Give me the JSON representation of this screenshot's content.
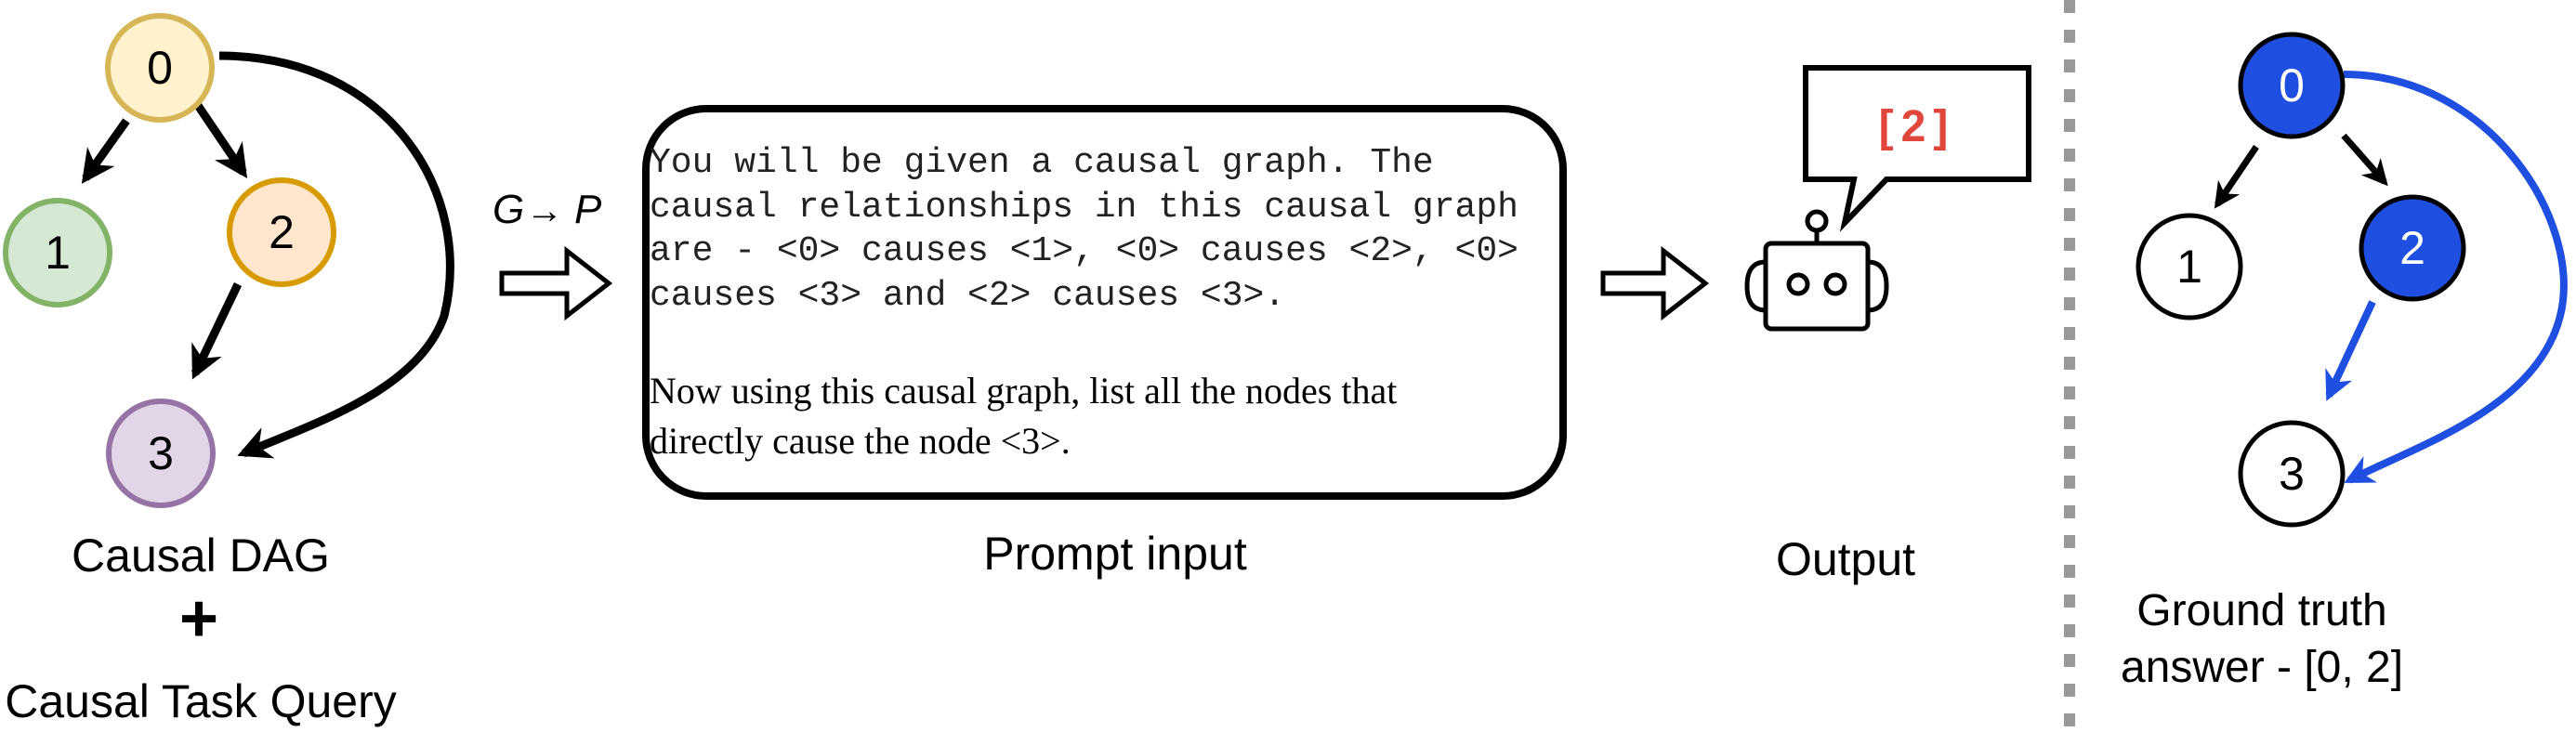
{
  "dag": {
    "nodes": [
      {
        "label": "0",
        "fill": "#fff2cc",
        "stroke": "#d6b656"
      },
      {
        "label": "1",
        "fill": "#d5e8d4",
        "stroke": "#82b366"
      },
      {
        "label": "2",
        "fill": "#ffe6cc",
        "stroke": "#d79b00"
      },
      {
        "label": "3",
        "fill": "#e1d5e7",
        "stroke": "#9673a6"
      }
    ],
    "caption": "Causal DAG",
    "plus": "+",
    "query_caption": "Causal Task Query"
  },
  "transform": {
    "label_g": "G",
    "label_arrow": "→",
    "label_p": "P"
  },
  "prompt": {
    "lines_mono": [
      "You will be given a causal graph. The",
      "causal relationships in this causal graph",
      "are - <0> causes <1>, <0> causes <2>, <0>",
      "causes <3> and <2> causes <3>."
    ],
    "lines_serif": [
      "Now using this causal graph, list all the nodes that",
      "directly cause the node <3>."
    ],
    "caption": "Prompt input"
  },
  "output": {
    "bubble_text": "[2]",
    "bubble_color": "#e0463c",
    "caption": "Output",
    "robot_icon": "robot-icon"
  },
  "ground_truth": {
    "nodes": [
      "0",
      "1",
      "2",
      "3"
    ],
    "highlight_color": "#1f4fe0",
    "caption_line1": "Ground truth",
    "caption_line2": "answer - [0, 2]"
  },
  "separator_color": "#999999"
}
